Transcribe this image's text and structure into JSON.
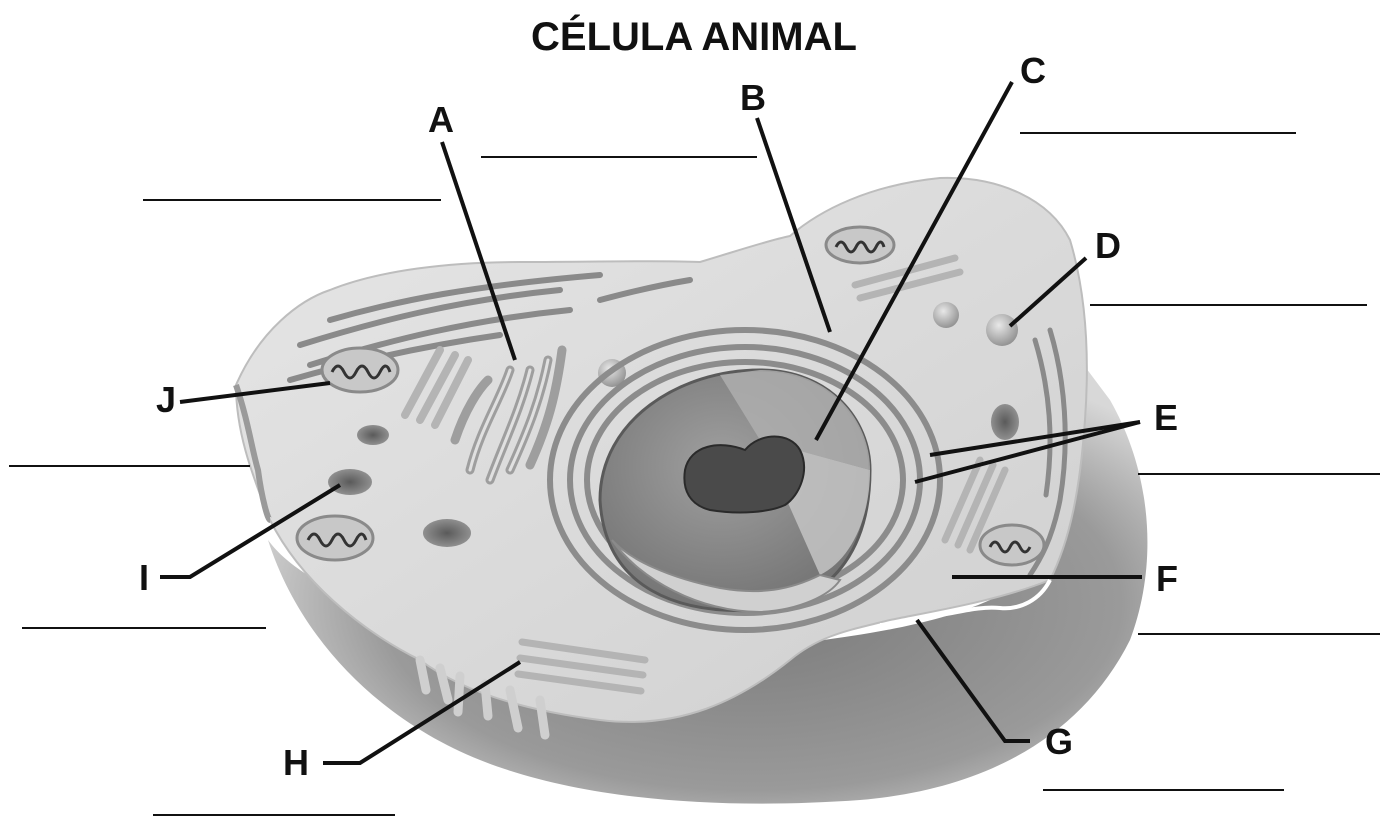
{
  "title": "CÉLULA ANIMAL",
  "labels": [
    "A",
    "B",
    "C",
    "D",
    "E",
    "F",
    "G",
    "H",
    "I",
    "J"
  ],
  "colors": {
    "ink": "#111111",
    "cytoplasm": "#dcdcdc",
    "shadow": "#8a8a8a",
    "nucleus": "#8c8c8c",
    "nucleolus": "#4a4a4a",
    "organelle": "#b8b8b8"
  },
  "answer_blanks": 10
}
